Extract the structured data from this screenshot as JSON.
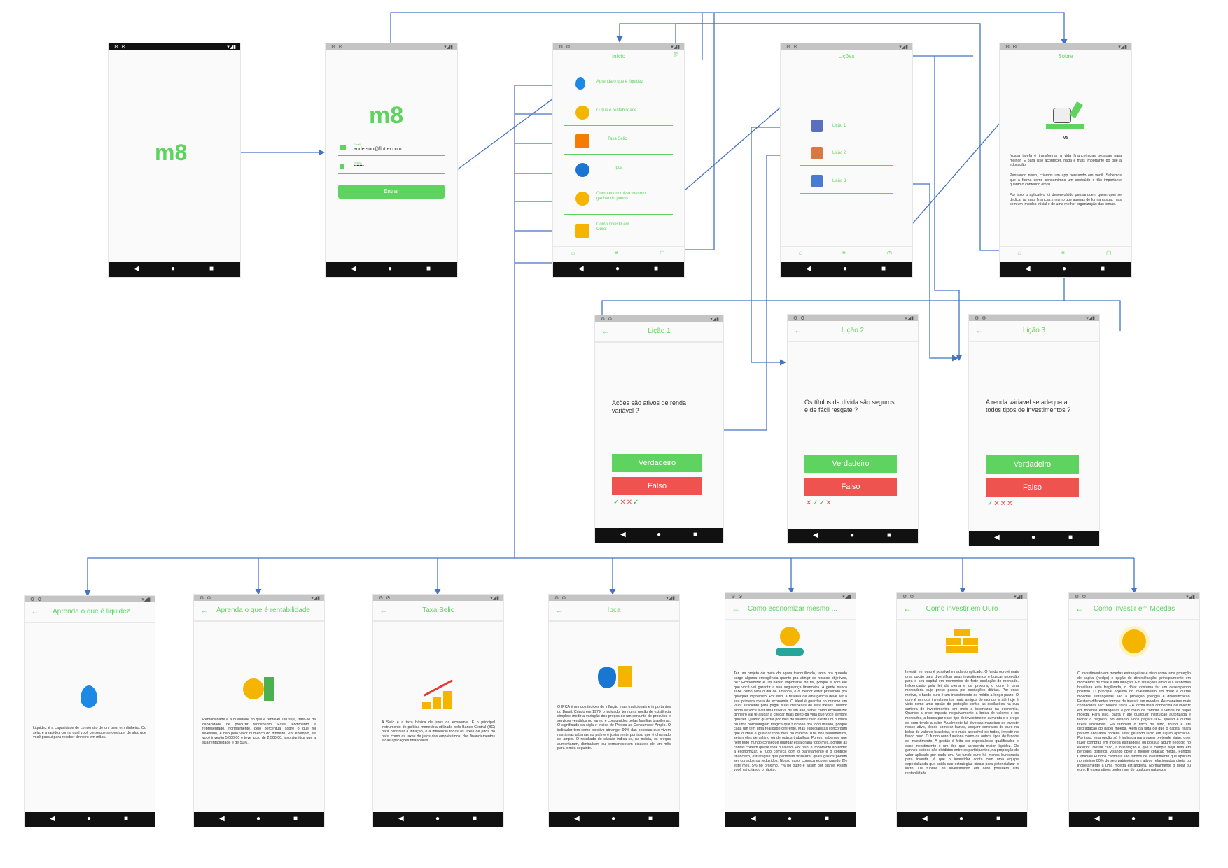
{
  "status_bar": {
    "left_icons": "⚙ ⚙",
    "right_icons": "▾◢▮"
  },
  "nav_bar": {
    "back": "◀",
    "home": "●",
    "recent": "■"
  },
  "splash": {
    "logo": "m8"
  },
  "login": {
    "logo": "m8",
    "email_label": "Email",
    "email_value": "anderson@flutter.com",
    "password_label": "Senha",
    "password_value": "•••••••",
    "button_label": "Entrar"
  },
  "home": {
    "title": "Início",
    "items": [
      {
        "label": "Aprenda o que é liquidez",
        "color": "#1e88e5"
      },
      {
        "label": "O que é rentabilidade",
        "color": "#f5b400"
      },
      {
        "label": "Taxa Selic",
        "color": "#f57c00"
      },
      {
        "label": "Ipca",
        "color": "#1976d2"
      },
      {
        "label": "Como economizar mesmo ganhando pouco",
        "color": "#f5b400"
      },
      {
        "label": "Como investir em Ouro",
        "color": "#f5b400"
      }
    ]
  },
  "lessons_screen": {
    "title": "Lições",
    "items": [
      {
        "label": "Lição 1"
      },
      {
        "label": "Lição 2"
      },
      {
        "label": "Lição 3"
      }
    ]
  },
  "about": {
    "title": "Sobre",
    "heading": "M8",
    "paragraphs": [
      "Nossa tarefa é transformar a vida financeiradas pessoas para melhor. E para isso acontecer, nada é mais importante do que a educação.",
      "Pensando nisso, criamos um app pensando em você. Sabemos que a forma como consumimos um conteúdo é tão importante quanto o conteúdo em si.",
      "Por isso, o aplicativo foi desenvolvido pensandoem quem quer se dedicar às suas finanças, mesmo que apenas de forma casual, mas com um impulso inicial e de uma melhor organização das temas."
    ]
  },
  "quiz": [
    {
      "title": "Lição 1",
      "question": "Ações são ativos de renda variável ?",
      "true_label": "Verdadeiro",
      "false_label": "Falso",
      "marks": [
        "ok",
        "x",
        "x",
        "ok"
      ]
    },
    {
      "title": "Lição 2",
      "question": "Os títulos da dívida são seguros e de fácil resgate ?",
      "true_label": "Verdadeiro",
      "false_label": "Falso",
      "marks": [
        "x",
        "ok",
        "ok",
        "x"
      ]
    },
    {
      "title": "Lição 3",
      "question": "A renda váriavel se adequa a todos tipos de investimentos ?",
      "true_label": "Verdadeiro",
      "false_label": "Falso",
      "marks": [
        "ok",
        "x",
        "x",
        "x"
      ]
    }
  ],
  "marks_glyph": {
    "ok": "✓",
    "x": "✕"
  },
  "articles": [
    {
      "title": "Aprenda o que é liquidez",
      "text": "Liquidez é a capacidade de conversão de um bem em dinheiro. Ou seja, é a rapidez com a qual você consegue se desfazer de algo que você possui para receber dinheiro em mãos.",
      "icon_color": "#1e88e5"
    },
    {
      "title": "Aprenda o que é rentabilidade",
      "text": "Rentabilidade é a qualidade do que é rentável. Ou seja, trata-se da capacidade de produzir rendimento. Esse rendimento é representado, normalmente, pelo percentual sobre o que foi investido, e não pelo valor numérico do dinheiro. Por exemplo, se você investiu 5.000,00 e teve lucro de 2.500,00, isso significa que a sua rentabilidade é de 50%.",
      "icon_color": "#f5b400"
    },
    {
      "title": "Taxa Selic",
      "text": "A Selic é a taxa básica de juros da economia. É o principal instrumento de política monetária utilizado pelo Banco Central (BC) para controlar a inflação, e a influencia todas as taxas de juros do país, como as taxas de juros dos empréstimos, dos financiamentos e das aplicações financeiras.",
      "icon_color": "#f57c00"
    },
    {
      "title": "Ipca",
      "text": "O IPCA é um dos índices de inflação mais tradicionais e importantes do Brasil. Criado em 1979, o indicador tem uma noção de existência simples: medir a variação dos preços de um conjunto de produtos e serviços vendidos no varejo e consumidos pelas famílias brasileiras. O significado da sigla é Índice de Preços ao Consumidor Amplo. O indicador tem como objetivo abranger 90% das pessoas que vivem nas áreas urbanas no país e é justamente por isso que é chamado de amplo. O resultado do cálculo indica se, na média, os preços aumentaram, diminuíram ou permaneceram estáveis de um mês para o mês seguinte.",
      "icon_color": "#1976d2"
    },
    {
      "title": "Como economizar mesmo ...",
      "text": "Ter um projeto de meta do agora tranquilizado, tanto pra quando surge alguma emergência quanto pra atingir os nossos objetivos, né? Economizar é um hábito importante de ter, porque é com ele que você vai garantir a sua segurança financeira. A gente nunca sabe como será o dia de amanhã, e o melhor estar prevenido pra qualquer imprevisto. Por isso, a reserva de emergência deve ser a sua primeira meta de economia. O ideal é guardar no mínimo um valor suficiente para pagar suas despesas de seis meses. Melhor ainda se você tiver uma reserva de um ano, saber como economizar dinheiro vai te ajudar a chegar mais perto da vida que você sempre quis ter. Quanto guardar por mês do salário? Não existe um número ou uma porcentagem mágica que funcione pra todo mundo, porque cada um tem uma realidade diferente. Mas especialistas concordam que o ideal é guardar todo mês no mínimo 10% dos rendimentos, sejam eles de salário ou de outros trabalhos. Porém, sabemos que nem todo mundo consegue guardar essa grana todo mês, porque as contas comem quase toda o salário. Por isso, é importante aprender a economizar. E tudo começa com o planejamento e o controle financeiro, estratégias que permitem visualizar quais gastos podem ser cortados ou reduzidos. Nosso caso, começa economizando 2% este mês, 5% no próximo, 7% no outro e assim por diante. Assim você vai criando o hábito.",
      "icon_color": "#f5b400"
    },
    {
      "title": "Como investir em Ouro",
      "text": "Investir em ouro é possível e nada complicado. O fundo ouro é mais uma opção para diversificar seus investimentos e buscar proteção para o seu capital em momentos de forte oscilação do mercado. Influenciado pela lei da oferta e da procura, o ouro é uma mercadoria cujo preço passa por oscilações diárias. Por esse motivo, o fundo ouro é um investimento de médio a longo prazo. O ouro é um dos investimentos mais antigos do mundo, e até hoje é visto como uma opção de proteção contra as oscilações na sua carteira de investimentos em meio a incertezas na economia. Quando a crise impacta negativamente a bolsa de valores e os mercados, a busca por esse tipo de investimento aumenta e o preço do ouro tende a subir. Atualmente há diversas maneiras de investir nesse ativo, desde comprar barras, adquirir contratos de ouro na bolsa de valores brasileira, e o mais acessível de todos, investir no fundo ouro. O fundo ouro funciona como os outros tipos de fundos de investimento. A gestão é feita por especialistas qualificados e esse investimento é um dos que apresenta maior liquidez. Os ganhos obtidos são divididos entre os participantes, na proporção do valor aplicado por cada um. No fundo ouro há menos burocracia para investir, já que o investidor conta com uma equipe especializada que cuida das estratégias ideais para potencializar o lucro. Os fundos de investimento em ouro possuem alta rentabilidade.",
      "icon_color": "#f5b400"
    },
    {
      "title": "Como investir em Moedas",
      "text": "O investimento em moedas estrangeiras é visto como uma proteção de capital (hedge) e opção de diversificação, principalmente em momentos de crise e alta inflação. Em situações em que a economia brasileira está fragilizada, o dólar costuma ter um desempenho positivo. O principal objetivo do investimento em dólar e outras moedas estrangeiras são a proteção (hedge) e diversificação. Existem diferentes formas de investir em moedas. As maneiras mais conhecidas são: Moeda física – A forma mais conhecida de investir em moedas estrangeiras é por meio da compra e venda de papel moeda. Para isso, basta ir até qualquer instituição autorizada e fechar o negócio. No entanto, você pagará IOF, spread e outras taxas adicionais. Há também o risco de furto, roubo e até degradação do papel moeda. Além da falta de que o capital ficará parado enquanto poderia estar gerando lucro em algum aplicação. Por isso, esta opção só é indicada para quem pretende viajar, quer fazer compras em moeda estrangeira ou possua algum negócio no exterior. Nesse caso, a orientação é que a compra seja feita em períodos distintos, visando obter a melhor cotação média. Fundos Cambiais Fundos cambiais são fundos de investimento que aplicam no mínimo 80% do seu patrimônio em ativos relacionados direta ou indiretamente a uma moeda estrangeira. Normalmente o dólar ou euro. E esses ativos podem ser de qualquer natureza.",
      "icon_color": "#f5b400"
    }
  ]
}
